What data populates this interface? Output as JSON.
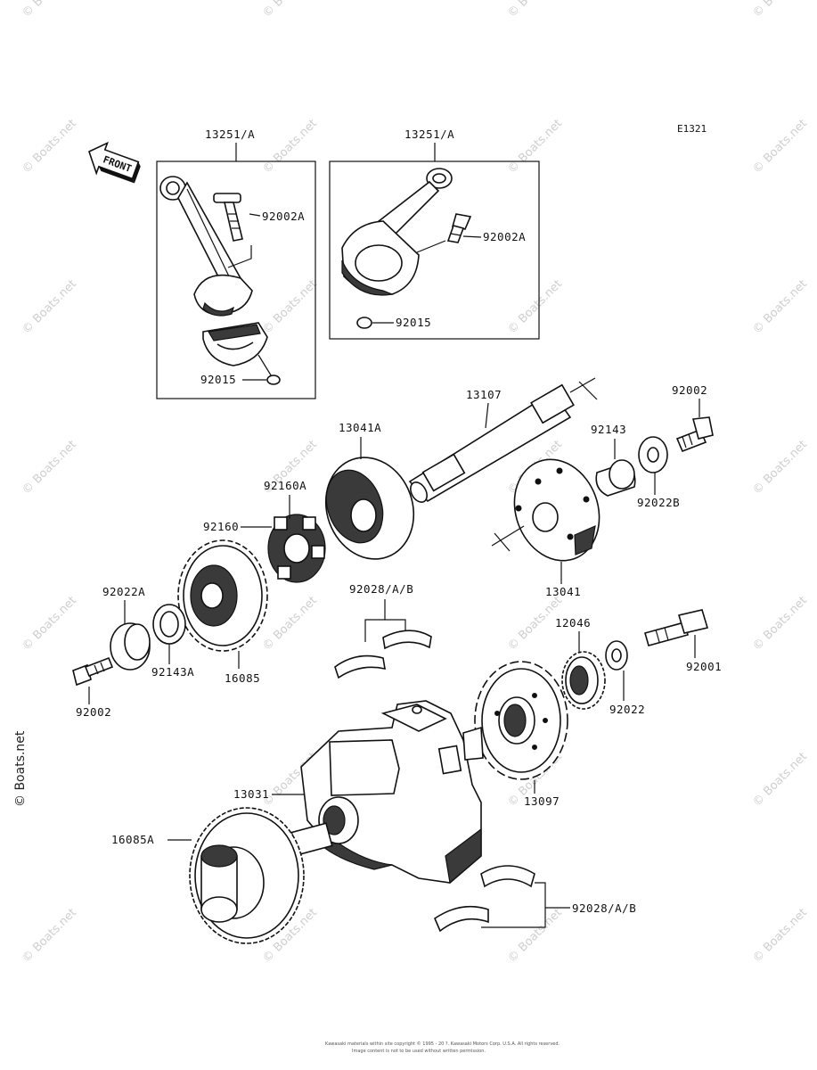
{
  "diagram_code": "E1321",
  "front_label": "FRONT",
  "watermark_text": "© Boats.net",
  "footer": {
    "line1": "Kawasaki materials within site copyright © 1995 - 20 ?. Kawasaki Motors Corp. U.S.A. All rights reserved.",
    "line2": "Image content is not to be used without written permission."
  },
  "labels": {
    "rod_left": "13251/A",
    "rod_right": "13251/A",
    "bolt_left": "92002A",
    "bolt_right": "92002A",
    "nut_left": "92015",
    "nut_right": "92015",
    "shaft": "13107",
    "hub_left": "13041A",
    "hub_right": "13041",
    "damper_a": "92160A",
    "damper": "92160",
    "bolt_top_right": "92002",
    "collar_right": "92143",
    "washer_right": "92022B",
    "washer_left": "92022A",
    "collar_left": "92143A",
    "gear_left": "16085",
    "bolt_bottom_left": "92002",
    "bearing_upper": "92028/A/B",
    "small_gear": "12046",
    "bolt_mid_right": "92001",
    "washer_mid_right": "92022",
    "crankshaft": "13031",
    "sprocket": "13097",
    "primary_gear": "16085A",
    "bearing_lower": "92028/A/B"
  },
  "colors": {
    "ink": "#111111",
    "watermark": "#cfcfcf"
  }
}
